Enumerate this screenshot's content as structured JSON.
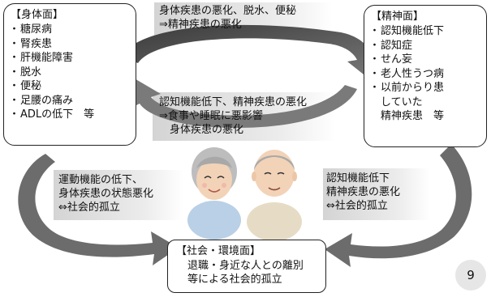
{
  "physical": {
    "title": "【身体面】",
    "items": [
      "糖尿病",
      "腎疾患",
      "肝機能障害",
      "脱水",
      "便秘",
      "足腰の痛み",
      "ADLの低下　等"
    ]
  },
  "mental": {
    "title": "【精神面】",
    "items": [
      {
        "text": "認知機能低下",
        "cont": ""
      },
      {
        "text": "認知症",
        "cont": ""
      },
      {
        "text": "せん妄",
        "cont": ""
      },
      {
        "text": "老人性うつ病",
        "cont": ""
      },
      {
        "text": "以前からり患",
        "cont": "していた"
      },
      {
        "text": "",
        "cont": "精神疾患　等"
      }
    ]
  },
  "social": {
    "title": "【社会・環境面】",
    "lines": [
      "退職・身近な人との離別",
      "等による社会的孤立"
    ]
  },
  "notes": {
    "top": [
      "身体疾患の悪化、脱水、便秘",
      "⇒精神疾患の悪化"
    ],
    "middle": [
      "認知機能低下、精神疾患の悪化",
      "⇒食事や睡眠に悪影響",
      "　身体疾患の悪化"
    ],
    "left": [
      "運動機能の低下、",
      "身体疾患の状態悪化",
      "⇔社会的孤立"
    ],
    "right": [
      "認知機能低下",
      "精神疾患の悪化",
      "⇔社会的孤立"
    ]
  },
  "page_number": "9",
  "colors": {
    "arrow_fill": "#444444",
    "arrow_light": "#bdbdbd",
    "note_shade": "#dcdcdc",
    "face_skin": "#f2d3b8",
    "hair_woman": "#b8b8b8",
    "hair_man": "#a9a9a9"
  },
  "icons": [
    "elderly-woman-icon",
    "elderly-man-icon",
    "cycle-arrow-icon"
  ]
}
